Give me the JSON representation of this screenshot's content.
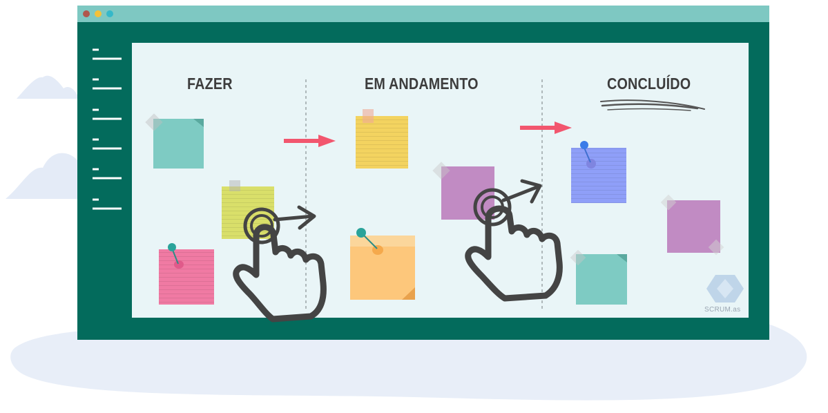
{
  "board": {
    "columns": [
      {
        "title": "FAZER"
      },
      {
        "title": "EM ANDAMENTO"
      },
      {
        "title": "CONCLUÍDO"
      }
    ]
  },
  "window": {
    "controls": [
      "close-dot",
      "minimize-dot",
      "maximize-dot"
    ]
  },
  "watermark": {
    "label": "SCRUM.as"
  },
  "colors": {
    "frame": "#036b5c",
    "titlebar": "#7ec8c2",
    "board": "#e9f5f7",
    "arrow": "#f2566e",
    "note_teal": "#7ecbc3",
    "note_yellow": "#f3d360",
    "note_lime": "#d9df6a",
    "note_pink": "#f07aa3",
    "note_orange": "#fdc77b",
    "note_purple": "#c18bc3",
    "note_blue": "#8f9ff8",
    "hand": "#444444"
  }
}
